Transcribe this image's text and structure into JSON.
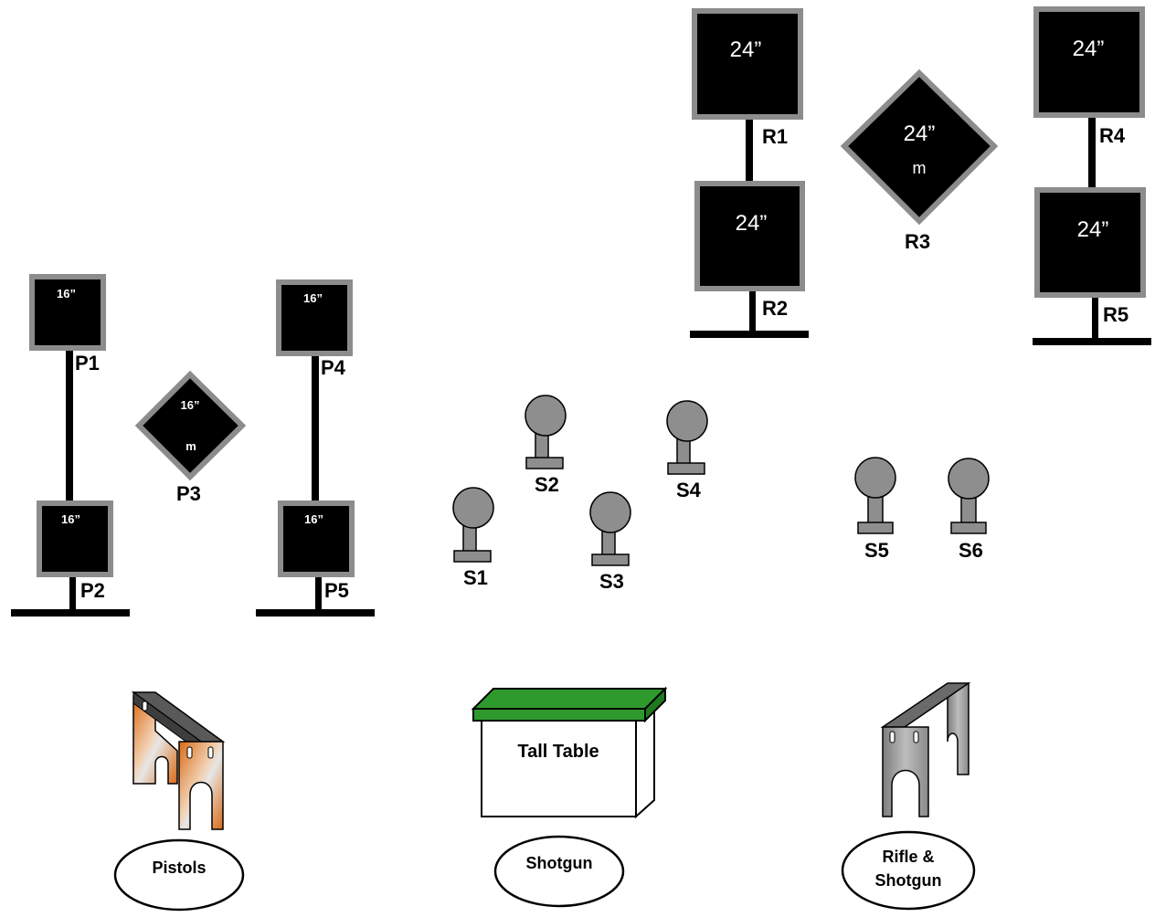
{
  "rifle_targets": {
    "r1": {
      "label": "R1",
      "size": "24”"
    },
    "r2": {
      "label": "R2",
      "size": "24”"
    },
    "r3": {
      "label": "R3",
      "size": "24”",
      "mark": "m"
    },
    "r4": {
      "label": "R4",
      "size": "24”"
    },
    "r5": {
      "label": "R5",
      "size": "24”"
    }
  },
  "pistol_targets": {
    "p1": {
      "label": "P1",
      "size": "16”"
    },
    "p2": {
      "label": "P2",
      "size": "16”"
    },
    "p3": {
      "label": "P3",
      "size": "16”",
      "mark": "m"
    },
    "p4": {
      "label": "P4",
      "size": "16”"
    },
    "p5": {
      "label": "P5",
      "size": "16”"
    }
  },
  "shotgun_targets": {
    "s1": {
      "label": "S1"
    },
    "s2": {
      "label": "S2"
    },
    "s3": {
      "label": "S3"
    },
    "s4": {
      "label": "S4"
    },
    "s5": {
      "label": "S5"
    },
    "s6": {
      "label": "S6"
    }
  },
  "props": {
    "tall_table": {
      "label": "Tall Table"
    }
  },
  "stations": {
    "pistols": {
      "label": "Pistols"
    },
    "shotgun": {
      "label": "Shotgun"
    },
    "rifle_shotgun": {
      "line1": "Rifle &",
      "line2": "Shotgun"
    }
  },
  "colors": {
    "target_fill": "#000000",
    "target_border": "#8c8c8c",
    "plate_fill": "#8e8e8e",
    "table_top": "#2e9a2e",
    "pistol_barrel_orange": "#d96a14",
    "barrel_gray": "#9a9a9a"
  }
}
